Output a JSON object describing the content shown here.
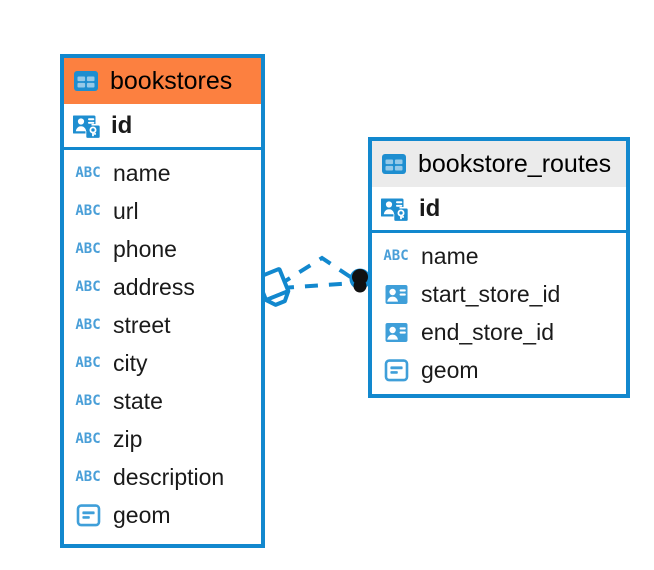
{
  "diagram": {
    "type": "er-diagram",
    "title": "",
    "background_color": "#ffffff",
    "accent_color": "#1288ce",
    "highlight_color": "#fc8040",
    "header_grey": "#ebebeb"
  },
  "entities": [
    {
      "name": "bookstores",
      "header_style": "orange",
      "table_icon": "table-icon",
      "primary_key": {
        "label": "id",
        "icon": "primary-key-icon"
      },
      "fields": [
        {
          "label": "name",
          "icon": "abc-icon"
        },
        {
          "label": "url",
          "icon": "abc-icon"
        },
        {
          "label": "phone",
          "icon": "abc-icon"
        },
        {
          "label": "address",
          "icon": "abc-icon"
        },
        {
          "label": "street",
          "icon": "abc-icon"
        },
        {
          "label": "city",
          "icon": "abc-icon"
        },
        {
          "label": "state",
          "icon": "abc-icon"
        },
        {
          "label": "zip",
          "icon": "abc-icon"
        },
        {
          "label": "description",
          "icon": "abc-icon"
        },
        {
          "label": "geom",
          "icon": "geometry-icon"
        }
      ]
    },
    {
      "name": "bookstore_routes",
      "header_style": "grey",
      "table_icon": "table-icon",
      "primary_key": {
        "label": "id",
        "icon": "primary-key-icon"
      },
      "fields": [
        {
          "label": "name",
          "icon": "abc-icon"
        },
        {
          "label": "start_store_id",
          "icon": "foreign-key-icon"
        },
        {
          "label": "end_store_id",
          "icon": "foreign-key-icon"
        },
        {
          "label": "geom",
          "icon": "geometry-icon"
        }
      ]
    }
  ],
  "relationship": {
    "name": "bookstores-to-bookstore-routes",
    "line_style": "dashed",
    "color": "#1288ce",
    "source_marker": "diamond-marker",
    "target_marker": "filled-circle-marker"
  },
  "icons": {
    "abc_text": "ABC"
  }
}
